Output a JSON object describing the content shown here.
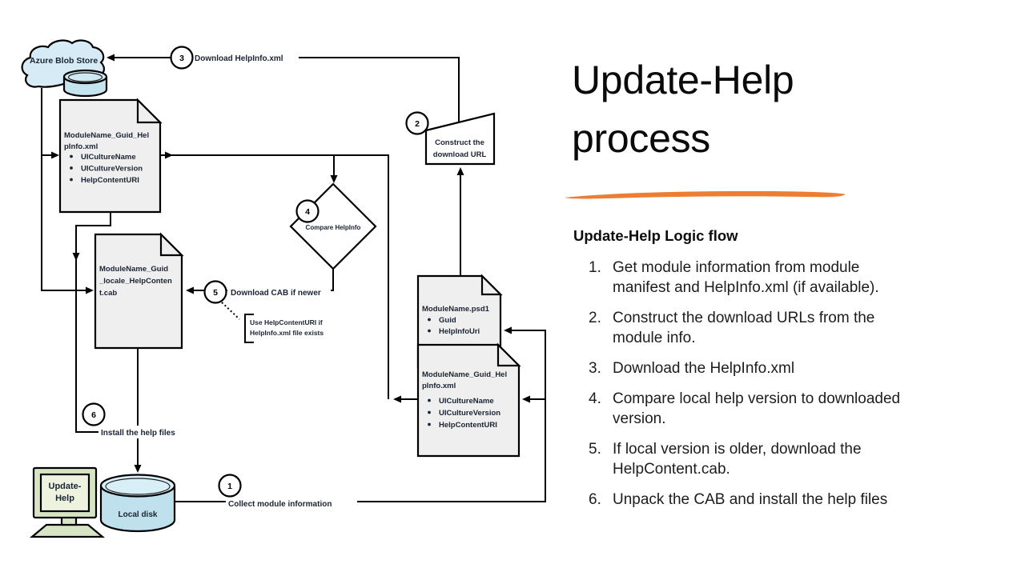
{
  "slide": {
    "title_lines": [
      "Update-Help",
      "process"
    ],
    "accent_color": "#ED7D31",
    "logic_heading": "Update-Help Logic flow",
    "steps": [
      {
        "num": "1.",
        "lines": [
          "Get module information from module",
          "manifest and HelpInfo.xml (if available)."
        ]
      },
      {
        "num": "2.",
        "lines": [
          "Construct the download URLs from the",
          "module info."
        ]
      },
      {
        "num": "3.",
        "lines": [
          "Download the HelpInfo.xml"
        ]
      },
      {
        "num": "4.",
        "lines": [
          "Compare local help version to downloaded",
          "version."
        ]
      },
      {
        "num": "5.",
        "lines": [
          "If local version is older, download the",
          "HelpContent.cab."
        ]
      },
      {
        "num": "6.",
        "lines": [
          "Unpack the CAB and install the help files"
        ]
      }
    ]
  },
  "diagram": {
    "cloud_label": "Azure Blob Store",
    "doc_helpinfo_azure": {
      "title_lines": [
        "ModuleName_Guid_Hel",
        "pInfo.xml"
      ],
      "bullets": [
        "UICultureName",
        "UICultureVersion",
        "HelpContentURI"
      ]
    },
    "doc_cab": {
      "title_lines": [
        "ModuleName_Guid",
        "_locale_HelpConten",
        "t.cab"
      ]
    },
    "doc_psd1": {
      "title": "ModuleName.psd1",
      "bullets": [
        "Guid",
        "HelpInfoUri"
      ]
    },
    "doc_helpinfo_local": {
      "title_lines": [
        "ModuleName_Guid_Hel",
        "pInfo.xml"
      ],
      "bullets": [
        "UICultureName",
        "UICultureVersion",
        "HelpContentURI"
      ]
    },
    "construct_lines": [
      "Construct the",
      "download URL"
    ],
    "compare_label": "Compare HelpInfo",
    "note_lines": [
      "Use HelpContentURI if",
      "HelpInfo.xml file exists"
    ],
    "screen_lines": [
      "Update-",
      "Help"
    ],
    "disk_label": "Local disk",
    "badges": {
      "b1": {
        "n": "1",
        "label": "Collect module information"
      },
      "b2": {
        "n": "2"
      },
      "b3": {
        "n": "3",
        "label": "Download HelpInfo.xml"
      },
      "b4": {
        "n": "4"
      },
      "b5": {
        "n": "5",
        "label": "Download CAB if newer"
      },
      "b6": {
        "n": "6",
        "label": "Install the help files"
      }
    },
    "colors": {
      "doc_fill": "#EFEFEF",
      "cloud_fill": "#D6EBF5",
      "cylinder_fill": "#C4E4F0",
      "disk_fill": "#BFE0ED",
      "monitor_fill": "#D8E5C5",
      "screen_fill": "#EEF3E0",
      "ink": "#1A2433"
    }
  }
}
